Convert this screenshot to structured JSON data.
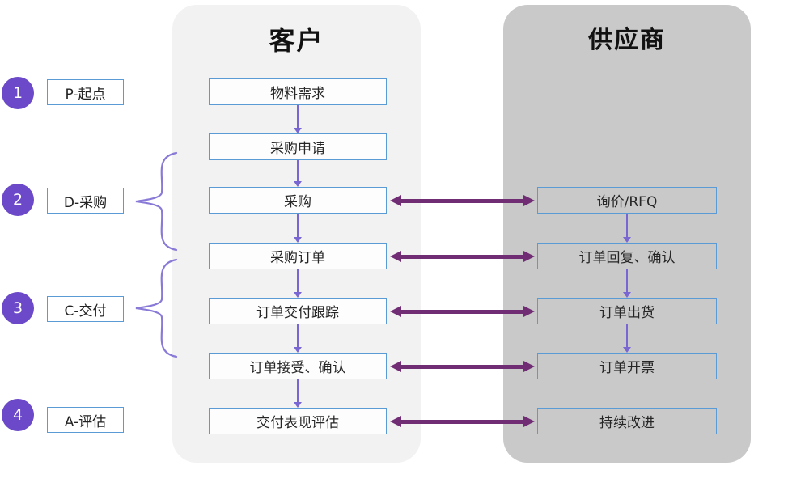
{
  "customer": {
    "title": "客户",
    "steps": [
      "物料需求",
      "采购申请",
      "采购",
      "采购订单",
      "订单交付跟踪",
      "订单接受、确认",
      "交付表现评估"
    ]
  },
  "supplier": {
    "title": "供应商",
    "steps": [
      "询价/RFQ",
      "订单回复、确认",
      "订单出货",
      "订单开票",
      "持续改进"
    ]
  },
  "phases": [
    {
      "number": "1",
      "label": "P-起点"
    },
    {
      "number": "2",
      "label": "D-采购"
    },
    {
      "number": "3",
      "label": "C-交付"
    },
    {
      "number": "4",
      "label": "A-评估"
    }
  ],
  "colors": {
    "customer_panel": "#f2f2f2",
    "supplier_panel": "#c9c9c9",
    "box_border": "#5b9bd5",
    "exchange_arrow": "#702d73",
    "flow_arrow": "#7a66d2",
    "brace": "#8a7ad8",
    "phase_circle": "#6b49c8"
  }
}
